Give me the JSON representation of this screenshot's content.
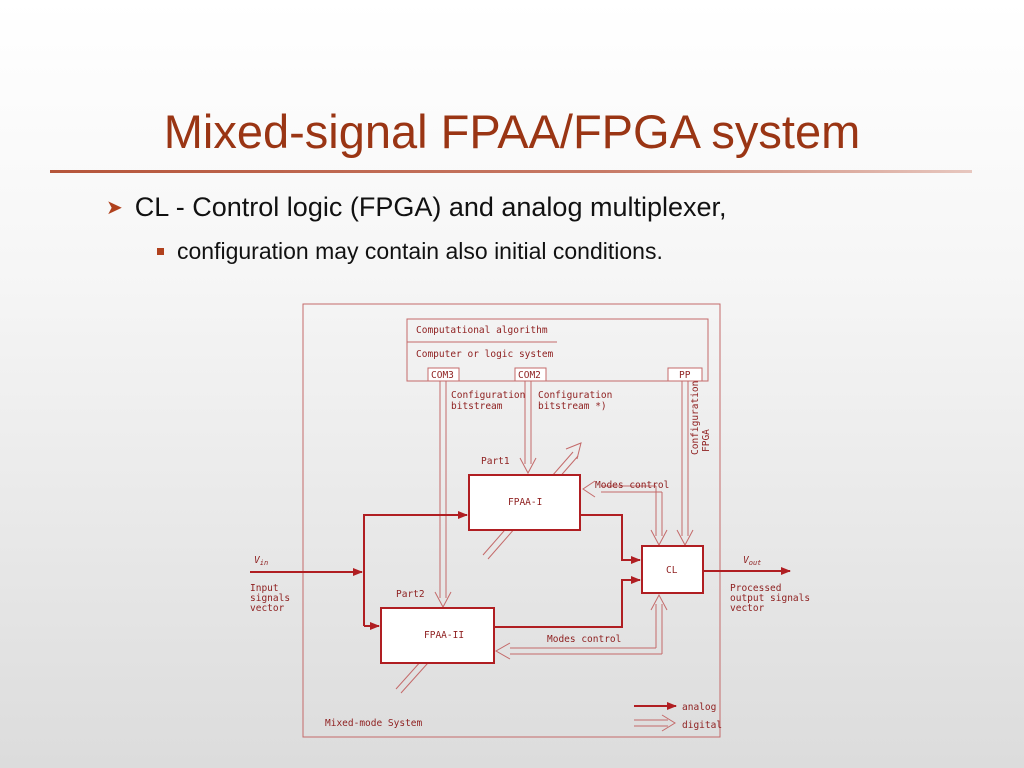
{
  "slide": {
    "title": "Mixed-signal FPAA/FPGA system",
    "bullets": [
      {
        "text": "CL - Control logic (FPGA) and analog multiplexer,"
      },
      {
        "text": "configuration may contain also initial conditions."
      }
    ]
  },
  "diagram": {
    "computational_algorithm": "Computational algorithm",
    "computer_system": "Computer or logic system",
    "com3": "COM3",
    "com2": "COM2",
    "pp": "PP",
    "config_bitstream_1a": "Configuration",
    "config_bitstream_1b": "bitstream",
    "config_bitstream_2a": "Configuration",
    "config_bitstream_2b": "bitstream *)",
    "config_fpga_a": "Configuration",
    "config_fpga_b": "FPGA",
    "part1": "Part1",
    "part2": "Part2",
    "fpaa1": "FPAA-I",
    "fpaa2": "FPAA-II",
    "cl": "CL",
    "modes_control_1": "Modes control",
    "modes_control_2": "Modes control",
    "vin_main": "V",
    "vin_sub": "in",
    "vout_main": "V",
    "vout_sub": "out",
    "input_1": "Input",
    "input_2": "signals",
    "input_3": "vector",
    "output_1": "Processed",
    "output_2": "output signals",
    "output_3": "vector",
    "system_label": "Mixed-mode System",
    "legend_analog": "analog",
    "legend_digital": "digital",
    "colors": {
      "line": "#b01e22",
      "thin": "#c46a6a",
      "text": "#8e1f1f"
    }
  }
}
